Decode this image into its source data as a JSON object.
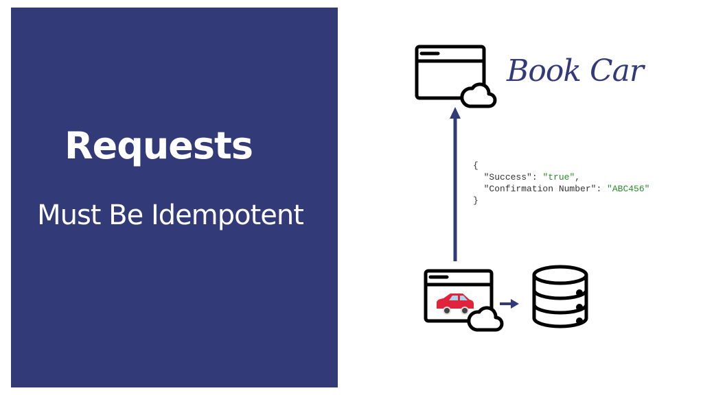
{
  "panel": {
    "title": "Requests",
    "subtitle": "Must Be Idempotent",
    "color": "#323b77"
  },
  "diagram": {
    "label": "Book Car",
    "response": {
      "open": "{",
      "success_key": "\"Success\"",
      "success_value": "\"true\"",
      "confirmation_key": "\"Confirmation Number\"",
      "confirmation_value": "\"ABC456\"",
      "close": "}"
    },
    "icons": [
      "browser-cloud-icon",
      "browser-car-cloud-icon",
      "database-icon",
      "arrow-up-icon",
      "arrow-right-icon"
    ]
  }
}
